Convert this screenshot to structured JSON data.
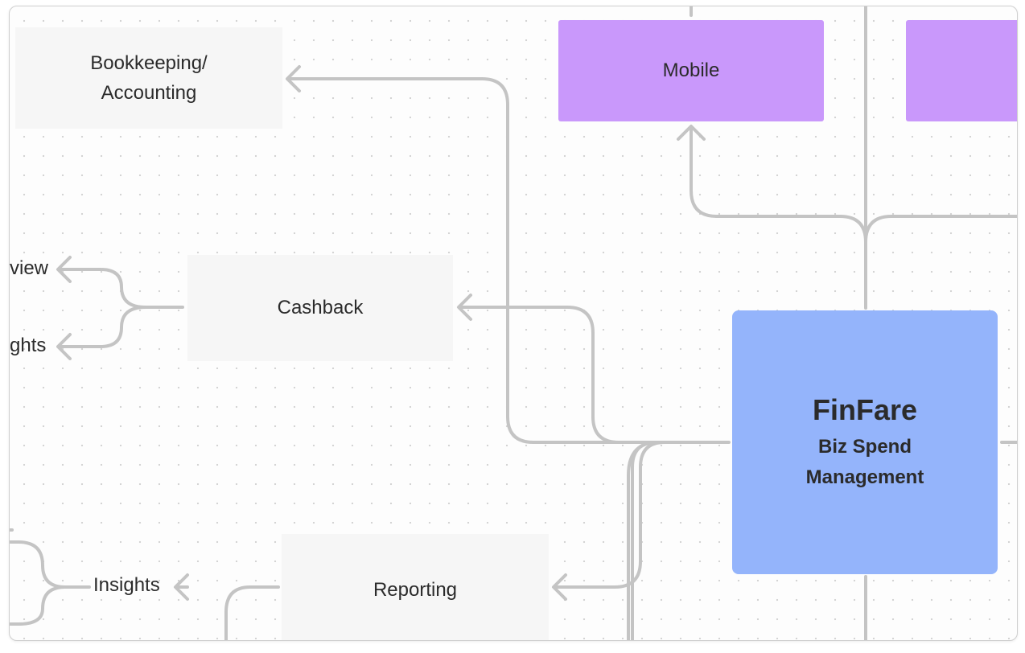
{
  "nodes": {
    "bookkeeping_line1": "Bookkeeping/",
    "bookkeeping_line2": "Accounting",
    "mobile": "Mobile",
    "cashback": "Cashback",
    "reporting": "Reporting",
    "center_title": "FinFare",
    "center_sub1": "Biz Spend",
    "center_sub2": "Management"
  },
  "labels": {
    "overview_partial": "view",
    "insights_partial": "ghts",
    "insights": "Insights"
  },
  "colors": {
    "connector": "#c4c4c4",
    "gray_node": "#f6f6f6",
    "purple_node": "#c998fb",
    "blue_node": "#94b4fb"
  }
}
